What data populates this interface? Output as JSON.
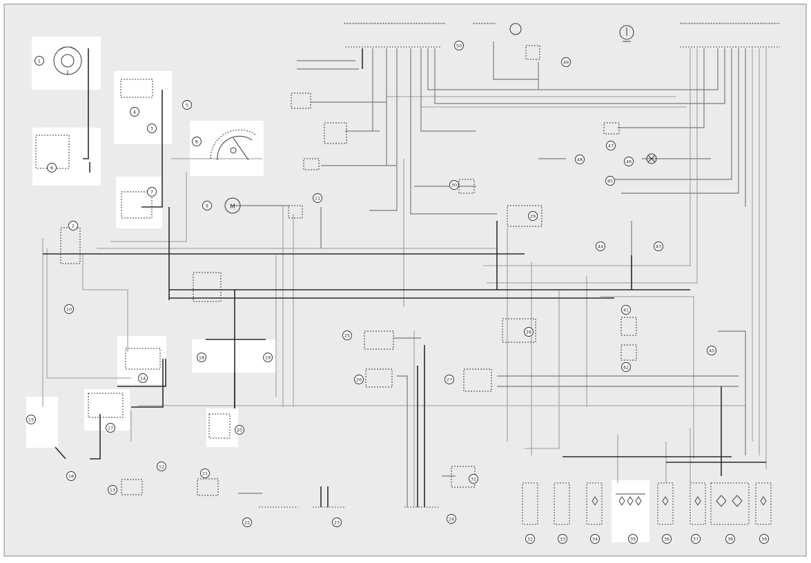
{
  "diagram": {
    "type": "wiring-diagram",
    "colors": {
      "sheet": "#ffffff",
      "border": "#8a8a8a",
      "panel": "#ebebeb",
      "wire_dark": "#2a2a2a",
      "wire_mid": "#7a7a7a",
      "wire_light": "#a9a9a9",
      "component_bg": "#ffffff"
    },
    "component_numbers": [
      "1",
      "2",
      "3",
      "4",
      "5",
      "6",
      "7",
      "8",
      "9",
      "10",
      "11",
      "12",
      "13",
      "14",
      "15",
      "16",
      "17",
      "18",
      "19",
      "20",
      "21",
      "22",
      "23",
      "24",
      "25",
      "26",
      "27",
      "28",
      "29",
      "30",
      "31",
      "32",
      "33",
      "34",
      "35",
      "36",
      "37",
      "38",
      "39",
      "40",
      "41",
      "42",
      "43",
      "44",
      "45",
      "46",
      "47",
      "48",
      "49",
      "50"
    ],
    "icons": [
      "ignition-switch-icon",
      "speedometer-icon",
      "motor-icon",
      "lamp-icon",
      "relay-icon",
      "connector-icon",
      "ground-icon"
    ]
  }
}
